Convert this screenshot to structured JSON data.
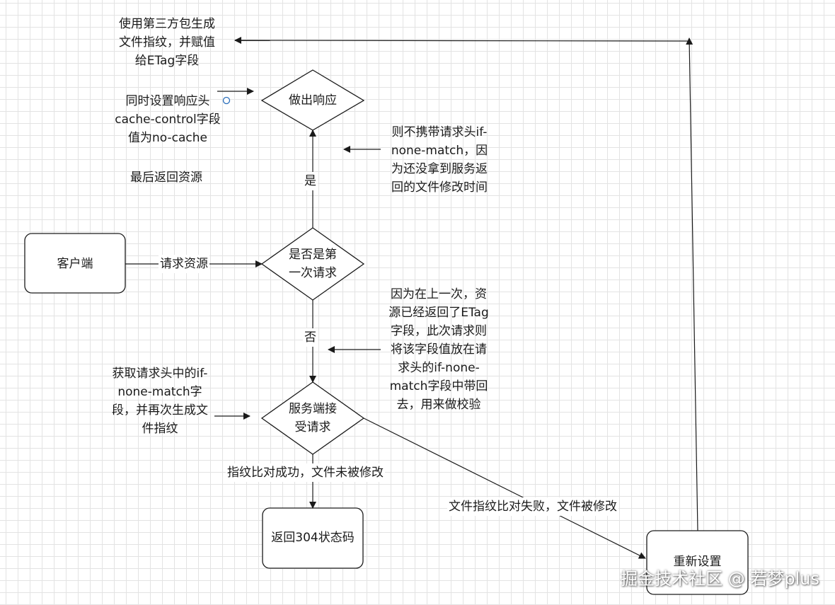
{
  "nodes": {
    "client": "客户端",
    "first_request_line1": "是否是第",
    "first_request_line2": "一次请求",
    "respond": "做出响应",
    "server_receive_line1": "服务端接",
    "server_receive_line2": "受请求",
    "return_304": "返回304状态码",
    "reset": "重新设置"
  },
  "edges": {
    "request_resource": "请求资源",
    "yes": "是",
    "no": "否",
    "match_success": "指纹比对成功，文件未被修改",
    "match_fail": "文件指纹比对失败，文件被修改"
  },
  "notes": {
    "etag_gen": [
      "使用第三方包生成",
      "文件指纹，并赋值",
      "给ETag字段"
    ],
    "cache_control": [
      "同时设置响应头",
      "cache-control字段",
      "值为no-cache"
    ],
    "return_resource": "最后返回资源",
    "no_header": [
      "则不携带请求头if-",
      "none-match，因",
      "为还没拿到服务返",
      "回的文件修改时间"
    ],
    "second_request": [
      "因为在上一次，资",
      "源已经返回了ETag",
      "字段，此次请求则",
      "将该字段值放在请",
      "求头的if-none-",
      "match字段中带回",
      "去，用来做校验"
    ],
    "server_fetch": [
      "获取请求头中的if-",
      "none-match字",
      "段，并再次生成文",
      "件指纹"
    ]
  },
  "watermark": "掘金技术社区 @ 若梦plus",
  "colors": {
    "line": "#1a1a1a",
    "accent": "#2a6ebb"
  }
}
